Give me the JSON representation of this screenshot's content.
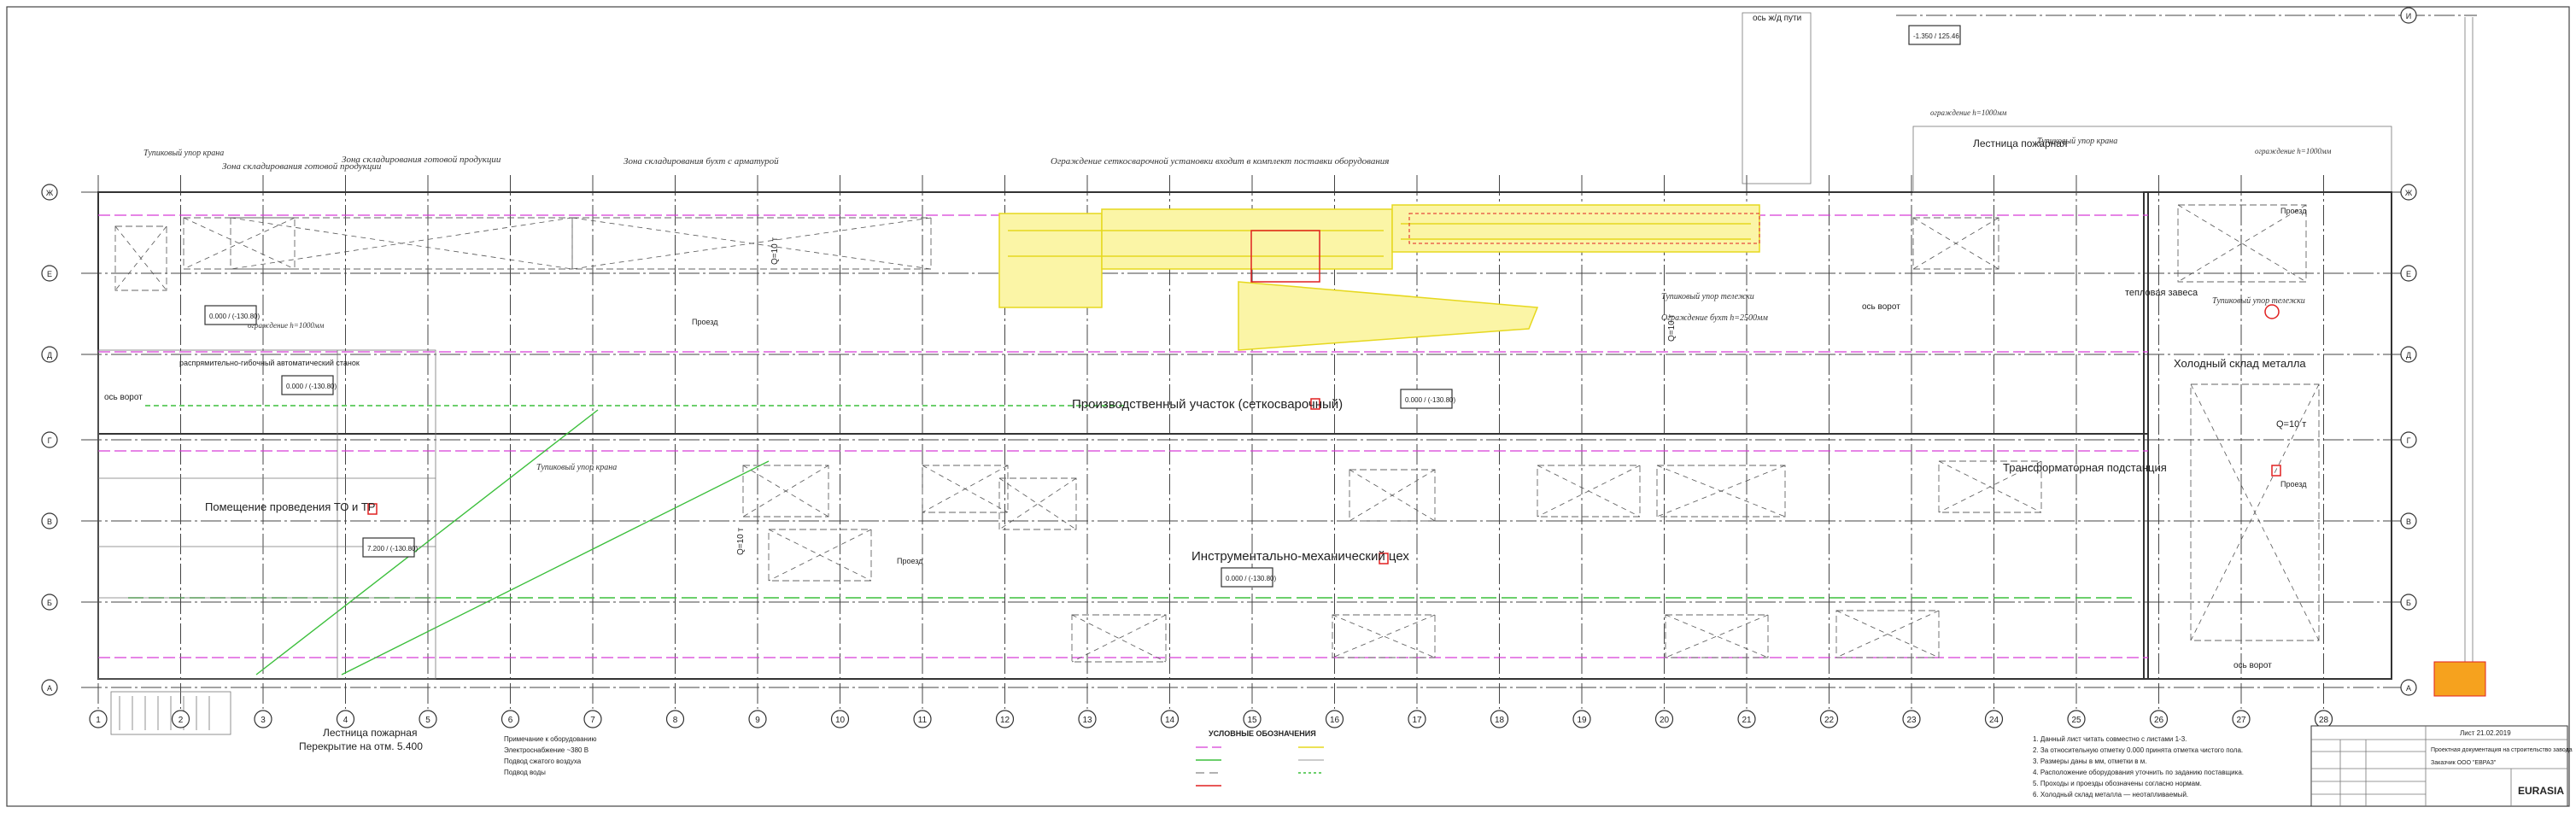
{
  "grid": {
    "columns": [
      "1",
      "2",
      "3",
      "4",
      "5",
      "6",
      "7",
      "8",
      "9",
      "10",
      "11",
      "12",
      "13",
      "14",
      "15",
      "16",
      "17",
      "18",
      "19",
      "20",
      "21",
      "22",
      "23",
      "24",
      "25",
      "26",
      "27",
      "28"
    ],
    "rows": [
      "А",
      "Б",
      "В",
      "Г",
      "Д",
      "Е",
      "Ж",
      "И"
    ]
  },
  "zones": {
    "finished_top_1": "Зона складирования готовой продукции",
    "finished_top_2": "Зона складирования готовой продукции",
    "rebar_storage": "Зона складирования бухт с арматурой",
    "fence_note": "Ограждение сеткосварочной установки входит в комплект поставки оборудования",
    "crane_stop_1": "Тупиковый упор крана",
    "crane_stop_2": "Тупиковый упор крана",
    "crane_stop_3": "Тупиковый упор крана",
    "crane_stop_4": "Тупиковый упор тележки",
    "crane_stop_5": "Тупиковый упор тележки",
    "fence_height_1": "ограждение h=1000мм",
    "fence_height_2": "ограждение h=1000мм",
    "fence_height_3": "ограждение h=1000мм",
    "production": "Производственный участок (сеткосварочный)",
    "tooling": "Инструментально-механический цех",
    "maintenance": "Помещение проведения ТО и ТР",
    "transformer": "Трансформаторная подстанция",
    "cold_storage": "Холодный склад металла",
    "thermal_curtain": "тепловая завеса",
    "fire_stairs_top": "Лестница пожарная",
    "fire_stairs_bottom": "Лестница пожарная",
    "floor_level": "Перекрытие на отм. 5.400",
    "gate_1": "ось ворот",
    "gate_2": "ось ворот",
    "gate_3": "ось ворот",
    "rail_axis": "ось ж/д пути",
    "bending": "распрямительно-гибочный автоматический станок",
    "passage_1": "Проезд",
    "passage_2": "Проезд",
    "passage_3": "Проезд",
    "passage_4": "Проезд",
    "crane_1": "Q=10 т",
    "crane_2": "Q=10 т",
    "crane_3": "Q=10 т",
    "crane_4": "Q=10 т",
    "fence_rebar": "Ограждение бухт h=2500мм",
    "level_1": "0.000 / (-130.80)",
    "level_2": "0.000 / (-130.80)",
    "level_3": "0.000 / (-130.80)",
    "level_4": "0.000 / (-130.80)",
    "level_5": "7.200 / (-130.80)",
    "level_6": "-1.350 / 125.46"
  },
  "notes_left": [
    "Примечание к оборудованию",
    "Электроснабжение ~380 В",
    "Подвод сжатого воздуха",
    "Подвод воды"
  ],
  "notes_right": [
    "1. Данный лист читать совместно с листами 1-3.",
    "2. За относительную отметку 0.000 принята отметка чистого пола.",
    "3. Размеры даны в мм, отметки в м.",
    "4. Расположение оборудования уточнить по заданию поставщика.",
    "5. Проходы и проезды обозначены согласно нормам.",
    "6. Холодный склад металла — неотапливаемый."
  ],
  "legend_title": "УСЛОВНЫЕ ОБОЗНАЧЕНИЯ",
  "title_block": {
    "date": "Лист   21.02.2019",
    "project": "Проектная документация на строительство завода",
    "customer": "Заказчик ООО \"ЕВРАЗ\"",
    "logo": "EURASIA"
  },
  "colors": {
    "equipment_yellow": "#f2e62b",
    "accent_red": "#e02020",
    "crane_magenta": "#d63cd6",
    "pipe_green": "#3cbf3c"
  }
}
